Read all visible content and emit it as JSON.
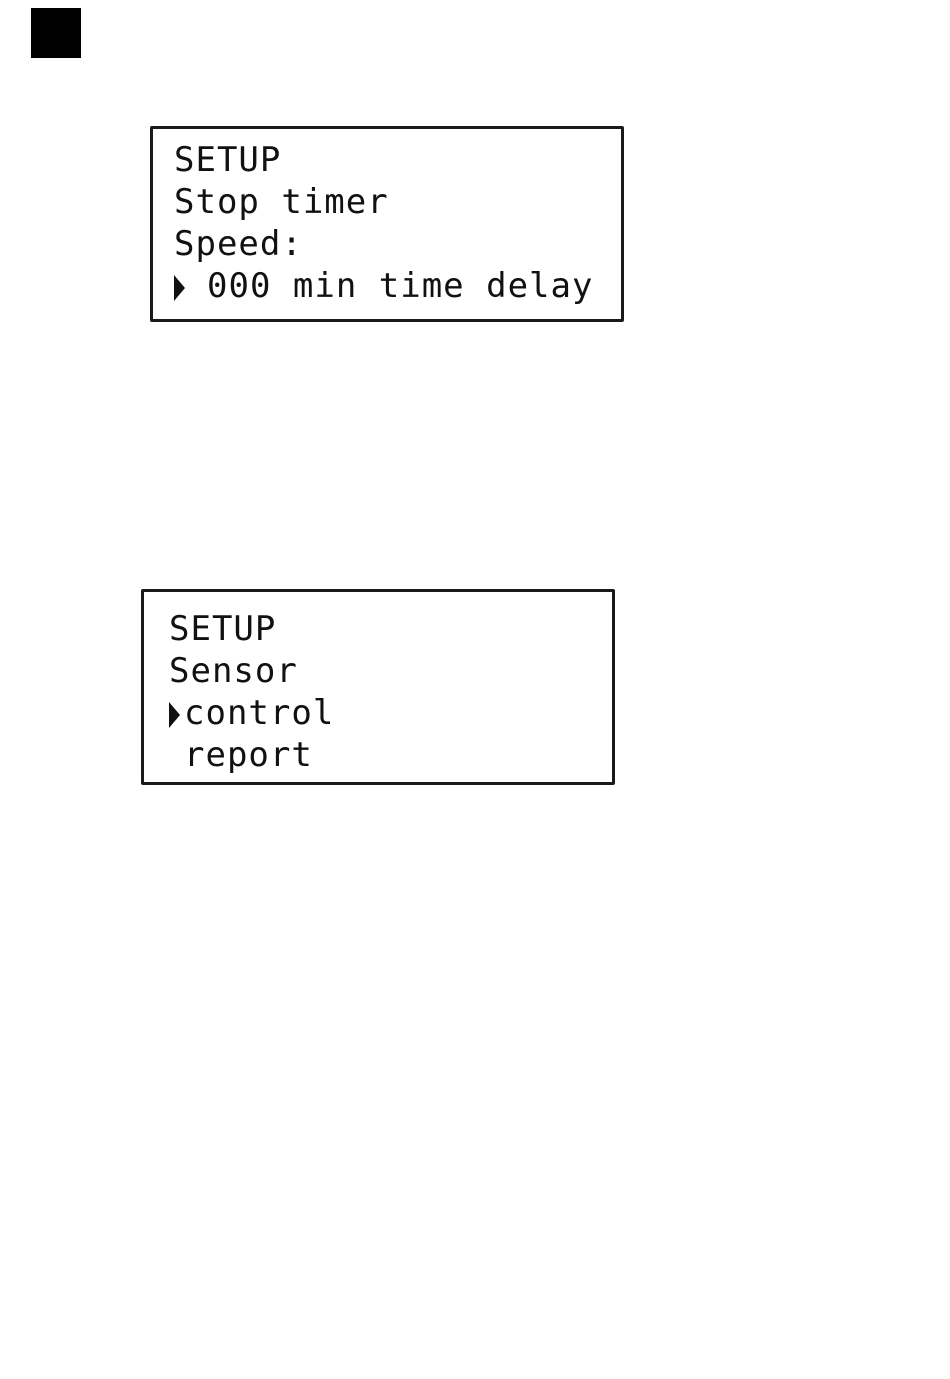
{
  "screen_1": {
    "title": "SETUP",
    "line_2": "Stop timer",
    "line_3": "Speed:",
    "selected_value": "000 min time delay"
  },
  "screen_2": {
    "title": "SETUP",
    "line_2": "Sensor",
    "options": [
      "control",
      "report"
    ],
    "selected_option": "control"
  },
  "icons": {
    "marker": "black-square-icon",
    "cursor": "cursor-arrow-icon"
  }
}
